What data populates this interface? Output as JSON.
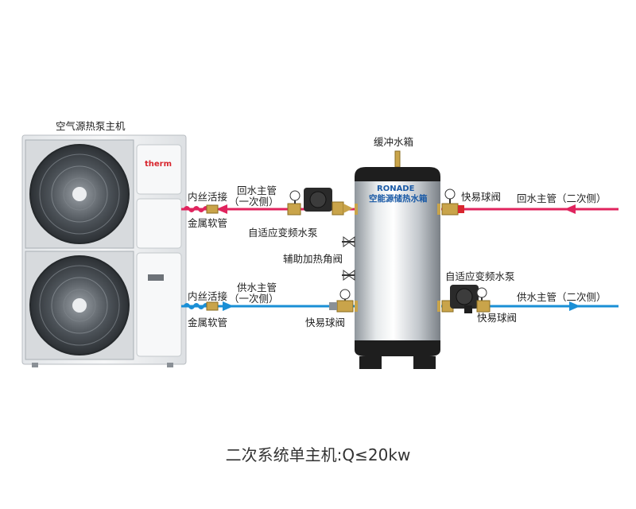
{
  "labels": {
    "heat_pump_unit": "空气源热泵主机",
    "brand_logo": "therm",
    "buffer_tank": "缓冲水箱",
    "tank_brand": "RONADE",
    "tank_name": "空能源储热水箱",
    "inner_thread_union_top": "内丝活接",
    "metal_hose_top": "金属软管",
    "return_main_primary": "回水主管",
    "primary_side_top": "（一次侧）",
    "adaptive_pump_left": "自适应变频水泵",
    "aux_heating_valve": "辅助加热角阀",
    "inner_thread_union_bottom": "内丝活接",
    "metal_hose_bottom": "金属软管",
    "supply_main_primary": "供水主管",
    "primary_side_bottom": "（一次侧）",
    "quick_ball_valve_left_bottom": "快易球阀",
    "quick_ball_valve_right_top": "快易球阀",
    "return_main_secondary": "回水主管（二次侧）",
    "adaptive_pump_right": "自适应变频水泵",
    "supply_main_secondary": "供水主管（二次侧）",
    "quick_ball_valve_right_bottom": "快易球阀"
  },
  "caption": "二次系统单主机:Q≤20kw",
  "colors": {
    "return_line": "#e0245e",
    "supply_line": "#1a8fd6",
    "unit_body": "#eef0f2",
    "tank_body": "#c9ced3",
    "tank_top_bottom": "#1e1e1e",
    "pump_body": "#2a2a2a",
    "brass": "#c9a44a",
    "brand_red": "#d8262e"
  }
}
